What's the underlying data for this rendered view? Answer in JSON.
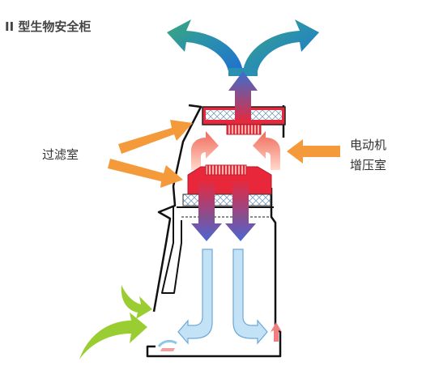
{
  "diagram": {
    "title": "II 型生物安全柜",
    "labels": {
      "filter_chamber": "过滤室",
      "motor_line1": "电动机",
      "motor_line2": "增压室"
    },
    "colors": {
      "cabinet_outline": "#111111",
      "filter_red": "#e8283a",
      "arrow_orange": "#f59a3a",
      "arrow_green": "#9acd32",
      "exhaust_green": "#3aa87a",
      "exhaust_blue": "#1f6fd0",
      "downflow_blue": "#5a6fd0",
      "intake_light_blue": "#b8dcf2"
    }
  }
}
